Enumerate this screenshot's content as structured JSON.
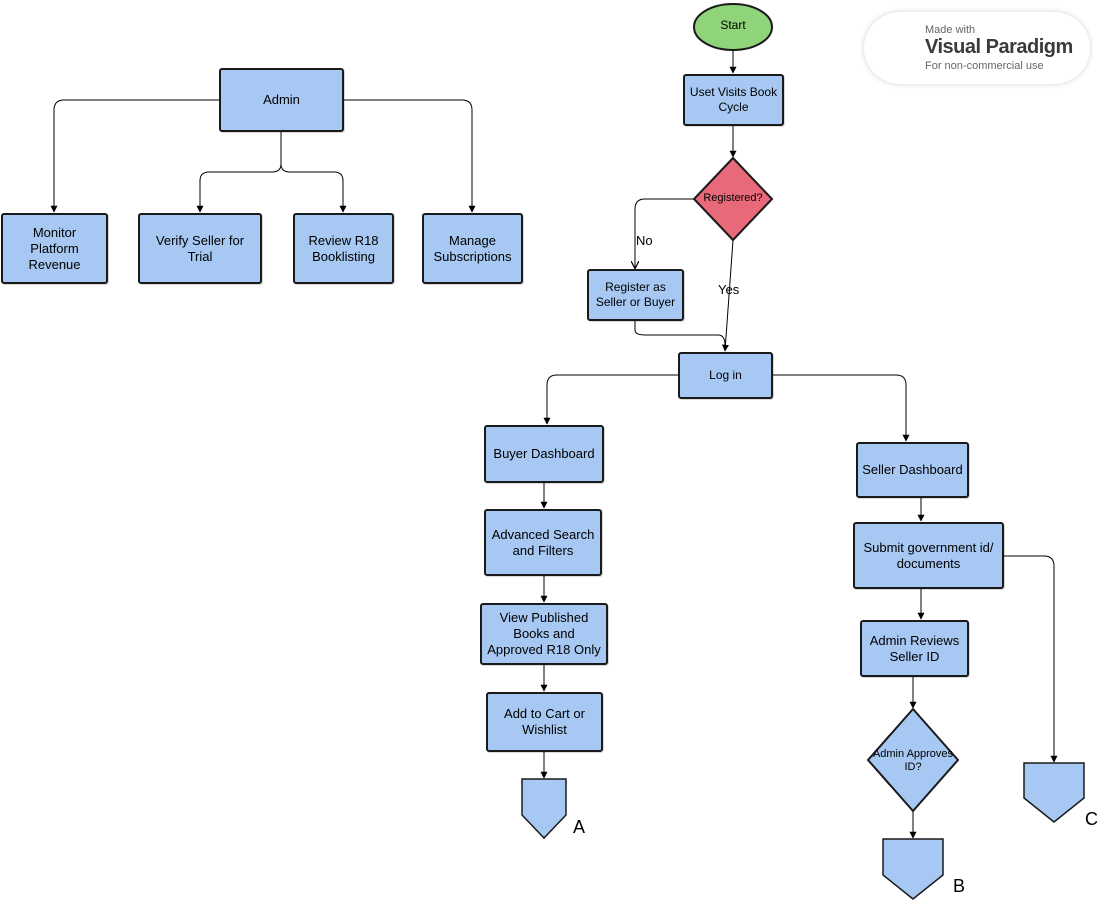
{
  "watermark": {
    "made_with": "Made with",
    "brand": "Visual Paradigm",
    "subtitle": "For non-commercial use"
  },
  "admin": {
    "root": "Admin",
    "children": [
      "Monitor Platform Revenue",
      "Verify Seller for Trial",
      "Review R18 Booklisting",
      "Manage Subscriptions"
    ]
  },
  "flow": {
    "start": "Start",
    "visit": "Uset Visits Book Cycle",
    "registered": "Registered?",
    "no": "No",
    "yes": "Yes",
    "register": "Register as Seller or Buyer",
    "login": "Log in",
    "buyer_dashboard": "Buyer Dashboard",
    "advanced_search": "Advanced Search and Filters",
    "view_published": "View Published Books and Approved R18 Only",
    "add_cart": "Add to Cart or Wishlist",
    "seller_dashboard": "Seller  Dashboard",
    "submit_id": "Submit government id/ documents",
    "admin_reviews": "Admin Reviews Seller ID",
    "admin_approves": "Admin Approves ID?",
    "connector_a": "A",
    "connector_b": "B",
    "connector_c": "C"
  },
  "colors": {
    "process_fill": "#a6c8f2",
    "start_fill": "#8fd47a",
    "decision_fill": "#e8697a",
    "decision2_fill": "#a6c8f2",
    "stroke": "#1a1a1a"
  }
}
